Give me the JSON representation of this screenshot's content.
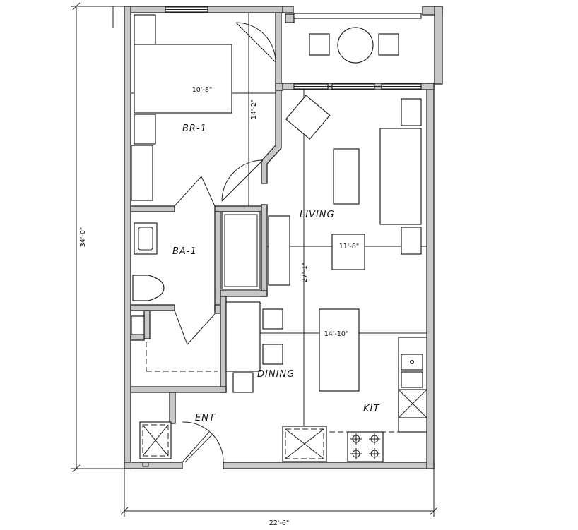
{
  "rooms": {
    "bedroom": "BR-1",
    "bath": "BA-1",
    "living": "LIVING",
    "dining": "DINING",
    "kitchen": "KIT",
    "entry": "ENT"
  },
  "dimensions": {
    "overall_depth": "34'-0\"",
    "overall_width": "22'-6\"",
    "bedroom_width": "10'-8\"",
    "bedroom_depth": "14'-2\"",
    "living_width": "11'-8\"",
    "living_depth": "27'-1\"",
    "dining_width": "14'-10\""
  }
}
